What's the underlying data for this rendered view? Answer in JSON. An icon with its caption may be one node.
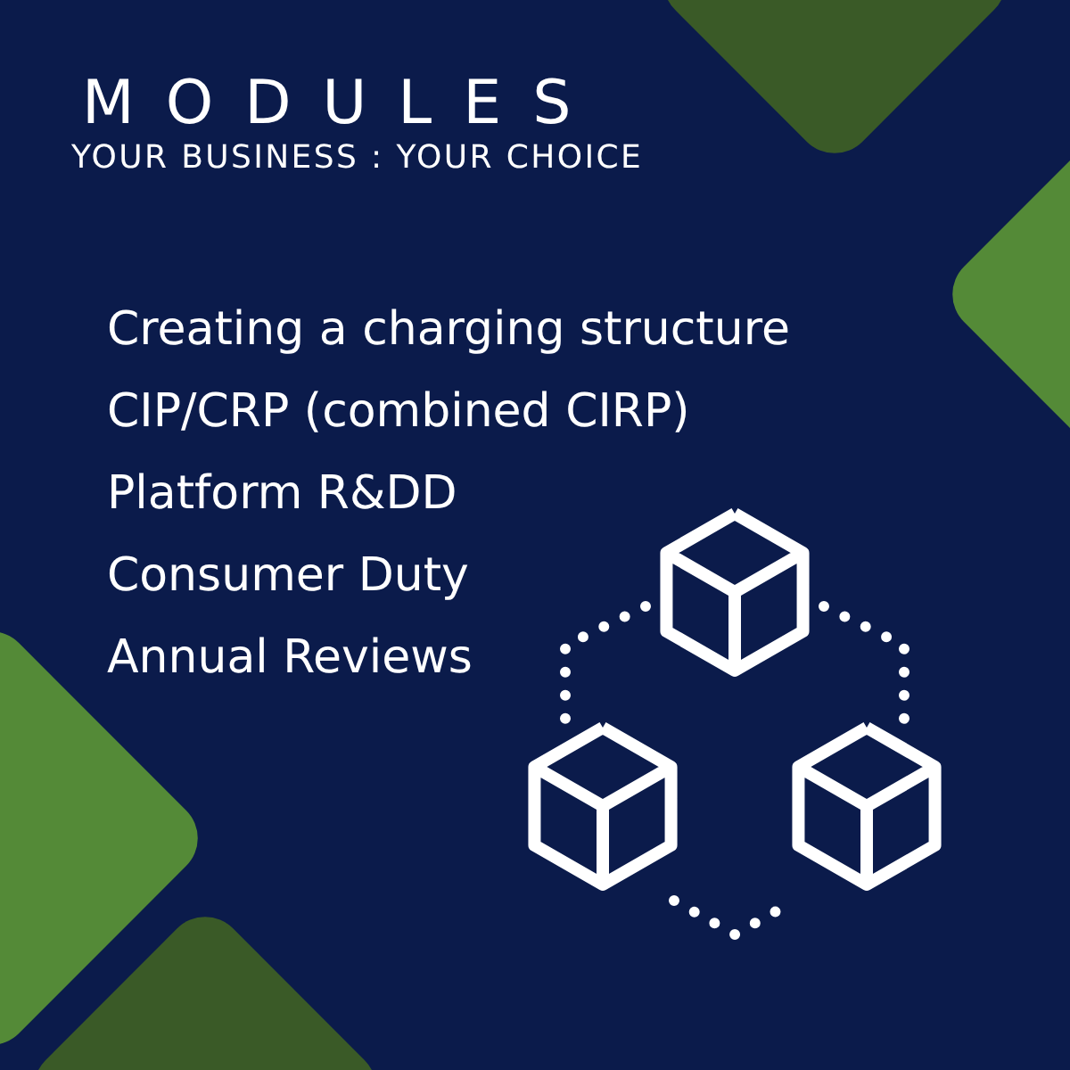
{
  "diagram": {
    "title": "MODULES",
    "labels": [
      "YOUR BUSINESS : YOUR CHOICE",
      "Creating a charging structure",
      "CIP/CRP (combined CIRP)",
      "Platform R&DD",
      "Consumer Duty",
      "Annual Reviews"
    ]
  }
}
